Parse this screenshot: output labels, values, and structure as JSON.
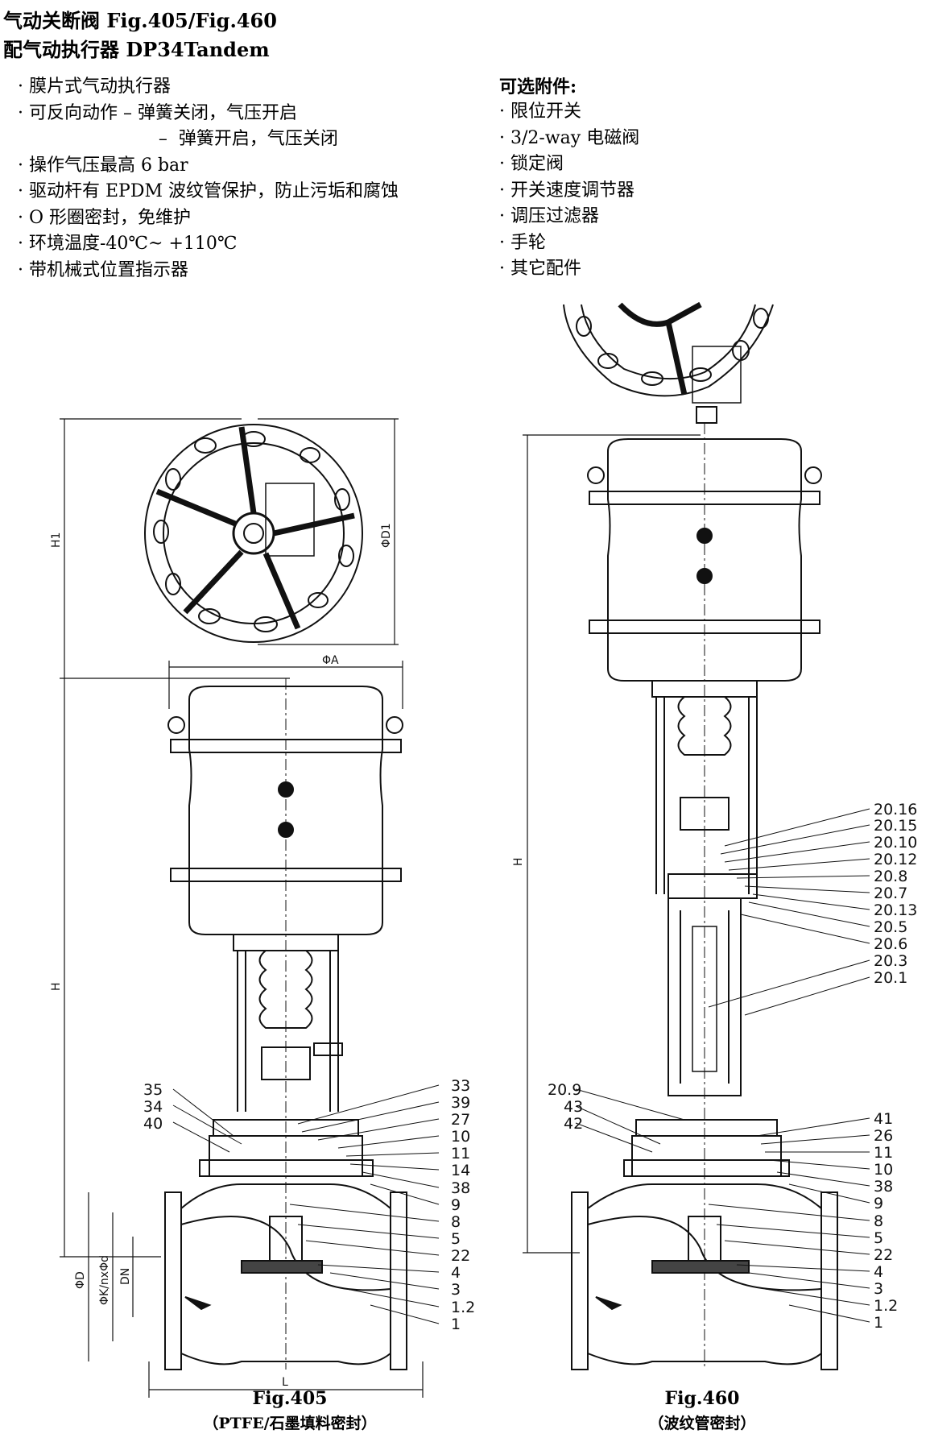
{
  "header": {
    "title_line1": "气动关断阀 Fig.405/Fig.460",
    "title_line2": "配气动执行器  DP34Tandem"
  },
  "features": [
    "· 膜片式气动执行器",
    "· 可反向动作  –  弹簧关闭，气压开启",
    "                         –  弹簧开启，气压关闭",
    "· 操作气压最高 6 bar",
    "· 驱动杆有 EPDM 波纹管保护，防止污垢和腐蚀",
    "· O 形圈密封，免维护",
    "· 环境温度-40℃~ +110℃",
    "· 带机械式位置指示器"
  ],
  "options": {
    "title": "可选附件:",
    "items": [
      "· 限位开关",
      "· 3/2-way 电磁阀",
      "· 锁定阀",
      "· 开关速度调节器",
      "· 调压过滤器",
      "· 手轮",
      "· 其它配件"
    ]
  },
  "fig405": {
    "caption": "Fig.405",
    "subcaption": "（PTFE/石墨填料密封）",
    "dims": {
      "H1": "H1",
      "D1": "ΦD1",
      "A": "ΦA",
      "H": "H",
      "D": "ΦD",
      "K": "ΦK/nxΦd",
      "DN": "DN",
      "L": "L"
    },
    "left_labels": [
      "35",
      "34",
      "40"
    ],
    "right_labels": [
      "33",
      "39",
      "27",
      "10",
      "11",
      "14",
      "38",
      "9",
      "8",
      "5",
      "22",
      "4",
      "3",
      "1.2",
      "1"
    ]
  },
  "fig460": {
    "caption": "Fig.460",
    "subcaption": "（波纹管密封）",
    "dims": {
      "H": "H"
    },
    "left_labels": [
      "20.9",
      "43",
      "42"
    ],
    "right_labels_top": [
      "20.16",
      "20.15",
      "20.10",
      "20.12",
      "20.8",
      "20.7",
      "20.13",
      "20.5",
      "20.6",
      "20.3",
      "20.1"
    ],
    "right_labels_bottom": [
      "41",
      "26",
      "11",
      "10",
      "38",
      "9",
      "8",
      "5",
      "22",
      "4",
      "3",
      "1.2",
      "1"
    ]
  },
  "colors": {
    "ink": "#111111",
    "background": "#ffffff"
  }
}
